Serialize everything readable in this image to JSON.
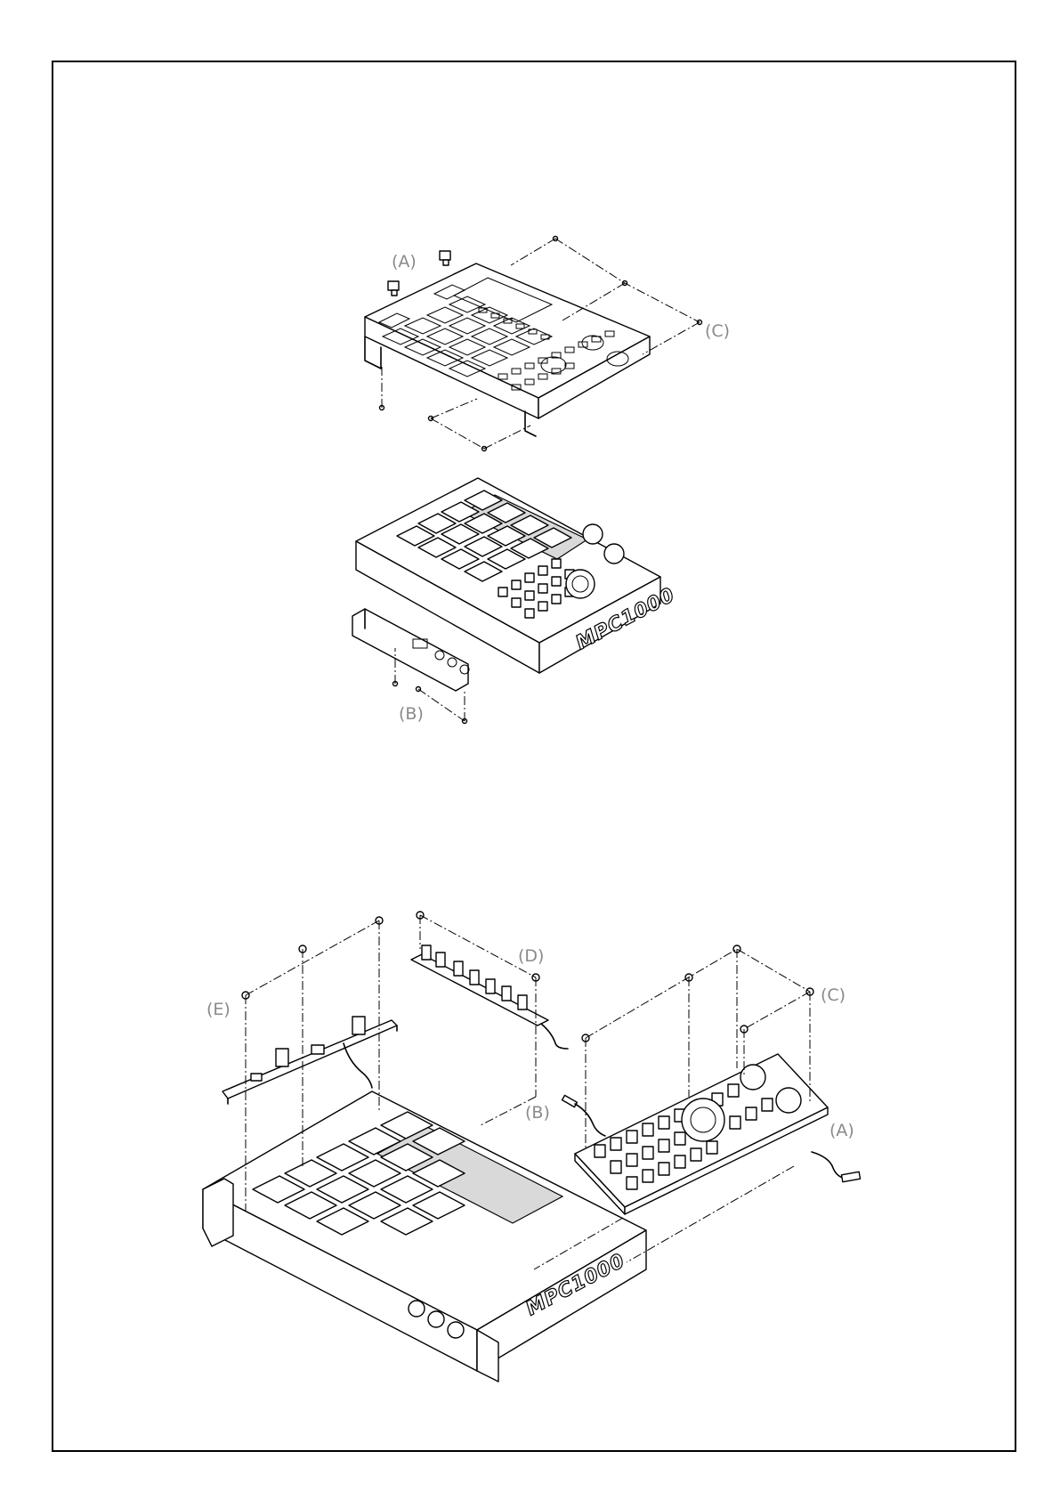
{
  "labels": {
    "top_a": "(A)",
    "top_c": "(C)",
    "mid_b": "(B)",
    "bot_d": "(D)",
    "bot_c": "(C)",
    "bot_e": "(E)",
    "bot_b": "(B)",
    "bot_a": "(A)"
  },
  "branding": {
    "logo_text": "MPC1000"
  },
  "colors": {
    "line": "#000000",
    "label": "#8a8a8a",
    "background": "#ffffff"
  }
}
